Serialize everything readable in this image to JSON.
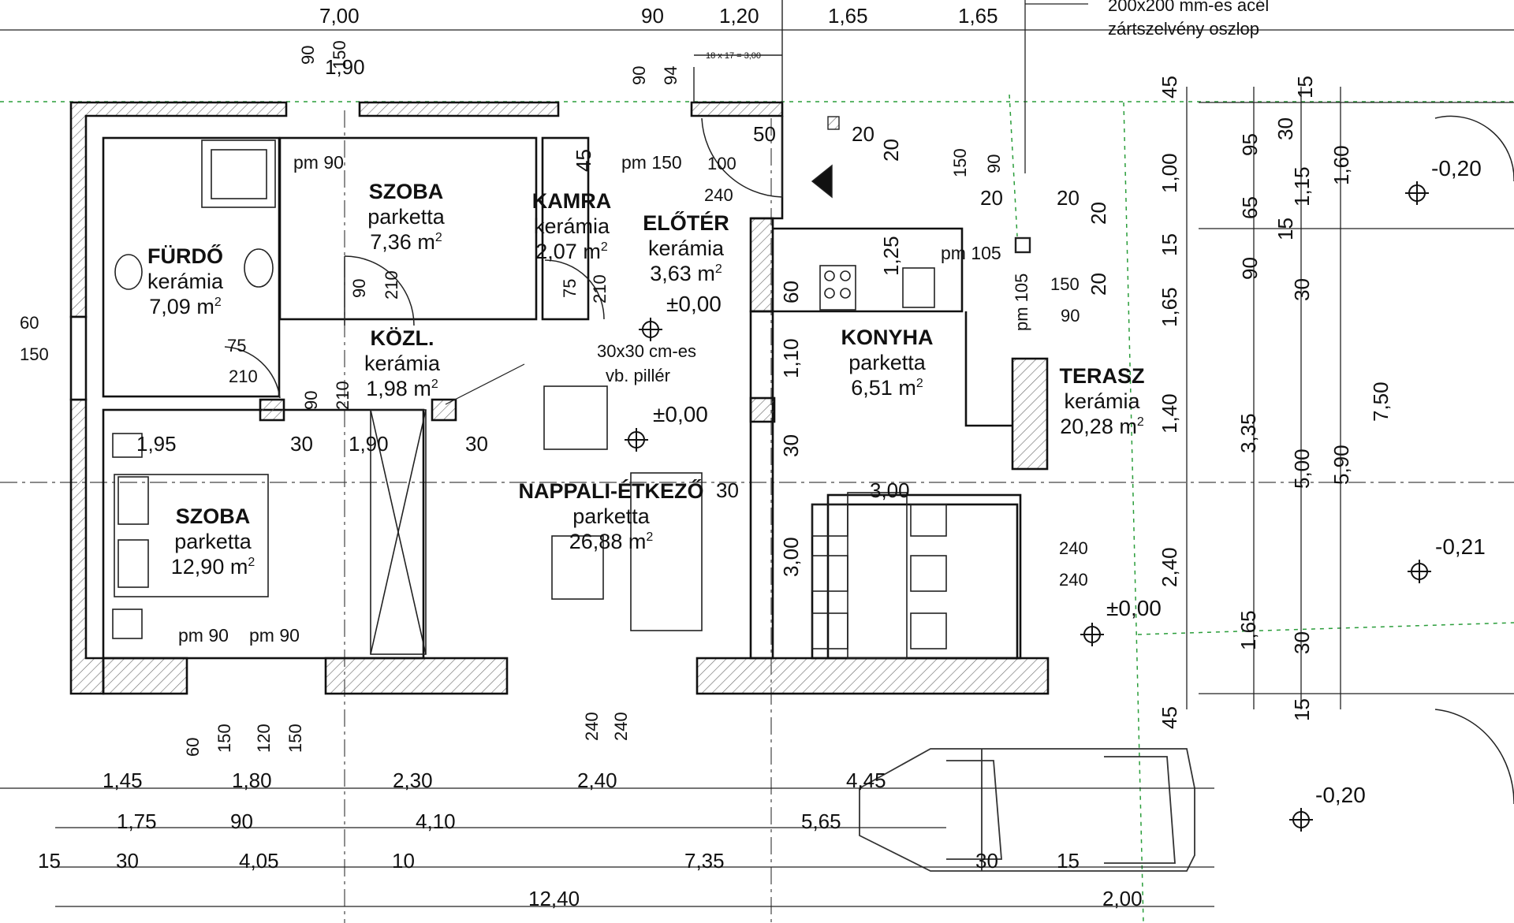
{
  "rooms": {
    "furdo": {
      "name": "FÜRDŐ",
      "floor": "kerámia",
      "area": "7,09 m"
    },
    "szoba1": {
      "name": "SZOBA",
      "floor": "parketta",
      "area": "7,36 m"
    },
    "kamra": {
      "name": "KAMRA",
      "floor": "kerámia",
      "area": "2,07 m"
    },
    "eloter": {
      "name": "ELŐTÉR",
      "floor": "kerámia",
      "area": "3,63 m"
    },
    "kozl": {
      "name": "KÖZL.",
      "floor": "kerámia",
      "area": "1,98 m"
    },
    "szoba2": {
      "name": "SZOBA",
      "floor": "parketta",
      "area": "12,90 m"
    },
    "nappali": {
      "name": "NAPPALI-ÉTKEZŐ",
      "floor": "parketta",
      "area": "26,88 m"
    },
    "konyha": {
      "name": "KONYHA",
      "floor": "parketta",
      "area": "6,51 m"
    },
    "terasz": {
      "name": "TERASZ",
      "floor": "kerámia",
      "area": "20,28 m"
    },
    "area_unit_sup": "2"
  },
  "notes": {
    "column_line1": "200x200 mm-es acél",
    "column_line2": "zártszelvény oszlop",
    "pillar_line1": "30x30 cm-es",
    "pillar_line2": "vb. pillér",
    "stair": "18 x 17 = 3,00"
  },
  "levels": {
    "l1": "±0,00",
    "l2": "±0,00",
    "l3": "±0,00",
    "l4": "-0,20",
    "l5": "-0,21",
    "l6": "-0,20"
  },
  "openings": {
    "pm90_a": "pm 90",
    "pm150": "pm 150",
    "pm105_a": "pm 105",
    "pm105_b": "pm 105",
    "pm90_b": "pm 90",
    "pm90_c": "pm 90"
  },
  "dims_top": {
    "t700": "7,00",
    "t90": "90",
    "t120": "1,20",
    "t165a": "1,65",
    "t165b": "1,65",
    "t190": "1,90",
    "s90": "90",
    "s150": "150",
    "s90b": "90",
    "s94": "94"
  },
  "dims_bottom": {
    "r1": [
      "1,45",
      "1,80",
      "2,30",
      "2,40",
      "4,45"
    ],
    "r2": [
      "1,75",
      "90",
      "4,10",
      "5,65"
    ],
    "r3": [
      "15",
      "30",
      "4,05",
      "10",
      "7,35",
      "30",
      "15"
    ],
    "r4": [
      "12,40",
      "2,00"
    ],
    "v": [
      "60",
      "150",
      "120",
      "150",
      "240",
      "240"
    ]
  },
  "dims_right": [
    "45",
    "1,00",
    "15",
    "1,65",
    "1,40",
    "2,40",
    "1,65",
    "45",
    "3,35",
    "5,00",
    "5,90",
    "7,50",
    "15",
    "30",
    "95",
    "65",
    "15",
    "90",
    "30",
    "1,15",
    "1,60",
    "30",
    "15"
  ],
  "dims_interior": {
    "d50": "50",
    "d20a": "20",
    "d20b": "20",
    "d100": "100",
    "d240a": "240",
    "d45": "45",
    "d150a": "150",
    "d90a": "90",
    "d20c": "20",
    "d20d": "20",
    "d20e": "20",
    "d20f": "20",
    "d125": "1,25",
    "d60": "60",
    "d110": "1,10",
    "d30a": "30",
    "d150b": "150",
    "d90b": "90",
    "d90c": "90",
    "d210a": "210",
    "d75a": "75",
    "d210b": "210",
    "d75b": "75",
    "d210c": "210",
    "d90d": "90",
    "d210d": "210",
    "d195": "1,95",
    "d30b": "30",
    "d190": "1,90",
    "d30c": "30",
    "d30d": "30",
    "d300h": "3,00",
    "d300v": "3,00",
    "d240b": "240",
    "d240c": "240",
    "d60l": "60",
    "d150l": "150"
  }
}
